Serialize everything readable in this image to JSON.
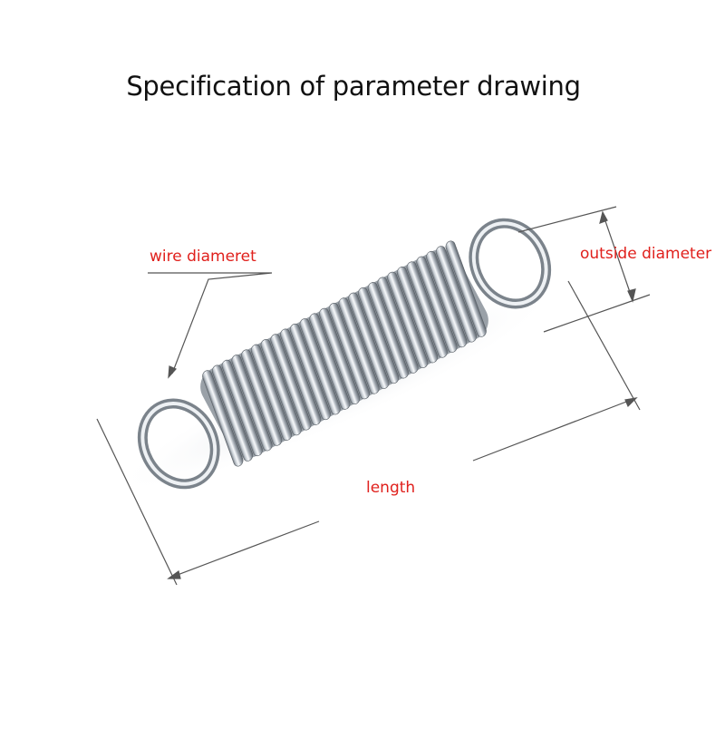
{
  "title": "Specification of parameter drawing",
  "labels": {
    "wire_diameter": "wire diameret",
    "outside_diameter": "outside  diameter",
    "length": "length"
  },
  "colors": {
    "label_text": "#e0201c",
    "title_text": "#111111",
    "dimension_line": "#555555",
    "steel_light": "#f4f6f8",
    "steel_dark": "#6d747c"
  }
}
